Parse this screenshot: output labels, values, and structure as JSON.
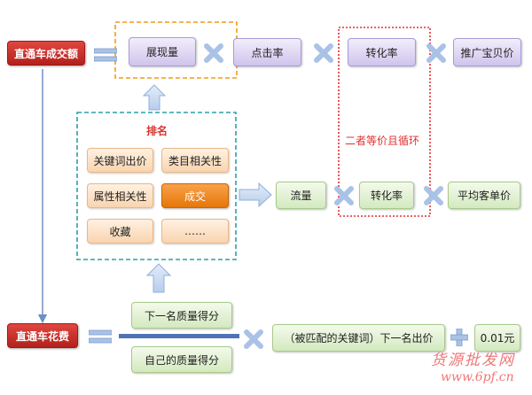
{
  "nodes": {
    "gmv": "直通车成交额",
    "impressions": "展现量",
    "ctr": "点击率",
    "conversion": "转化率",
    "item_price": "推广宝贝价",
    "ranking_title": "排名",
    "bid": "关键词出价",
    "category_relevance": "类目相关性",
    "attribute_relevance": "属性相关性",
    "deal": "成交",
    "favorite": "收藏",
    "more": "……",
    "traffic": "流量",
    "conversion2": "转化率",
    "avg_order_value": "平均客单价",
    "cost": "直通车花费",
    "next_quality": "下一名质量得分",
    "own_quality": "自己的质量得分",
    "next_bid": "（被匹配的关键词）下一名出价",
    "min_unit": "0.01元"
  },
  "annotations": {
    "cycle_note": "二者等价且循环"
  },
  "watermark": {
    "cn": "货源批发网",
    "url": "www.6pf.cn"
  },
  "colors": {
    "red": "#c9302c",
    "purple_fill": "#ddd5f3",
    "green_fill": "#e2f0d6",
    "orange_dash": "#f39c12",
    "teal_dash": "#2aa0a8",
    "red_dash": "#e03030",
    "arrow_blue": "#a8c6ea",
    "line_blue": "#5b7fbf"
  },
  "icons": [
    "equals-icon",
    "times-icon",
    "plus-icon",
    "up-arrow-icon",
    "right-arrow-icon",
    "down-arrow-icon"
  ]
}
